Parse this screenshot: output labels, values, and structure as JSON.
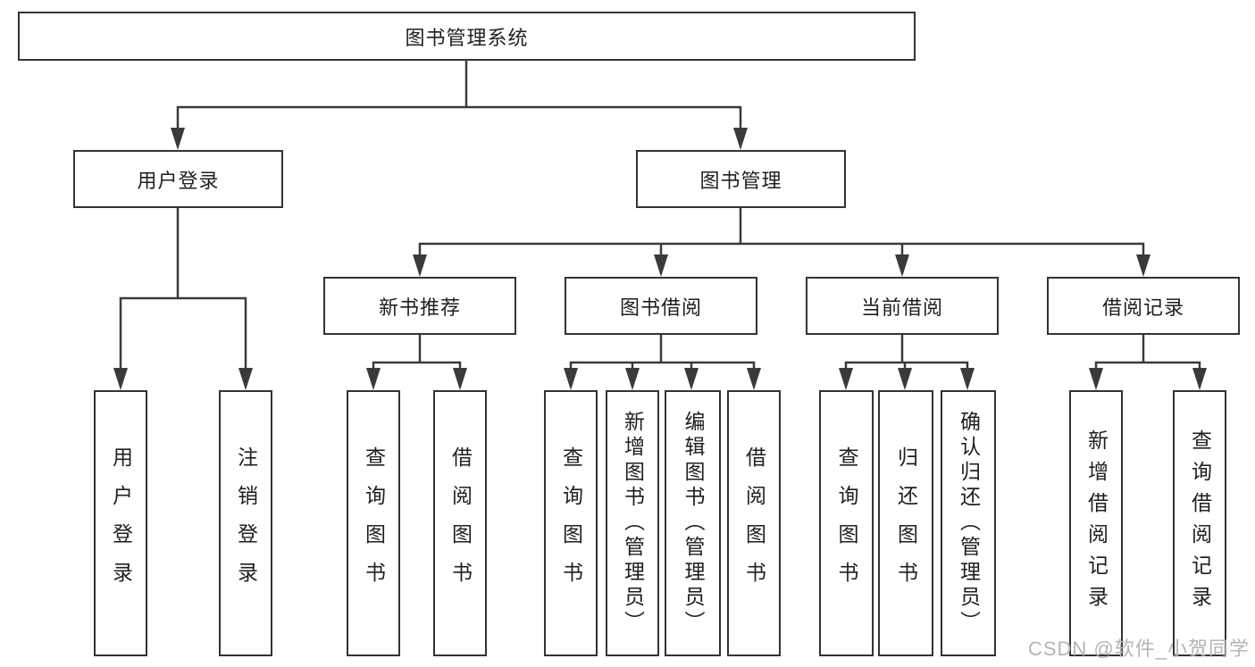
{
  "diagram": {
    "root": {
      "label": "图书管理系统"
    },
    "level2": {
      "user_login": {
        "label": "用户登录"
      },
      "book_mgmt": {
        "label": "图书管理"
      }
    },
    "level3": {
      "new_books": {
        "label": "新书推荐"
      },
      "book_borrow": {
        "label": "图书借阅"
      },
      "current_borrow": {
        "label": "当前借阅"
      },
      "borrow_records": {
        "label": "借阅记录"
      }
    },
    "leaves": {
      "user_login": {
        "label": "用户登录"
      },
      "logout": {
        "label": "注销登录"
      },
      "nb_query": {
        "label": "查询图书"
      },
      "nb_borrow": {
        "label": "借阅图书"
      },
      "bb_query": {
        "label": "查询图书"
      },
      "bb_add": {
        "label": "新增图书（管理员）"
      },
      "bb_edit": {
        "label": "编辑图书（管理员）"
      },
      "bb_borrow": {
        "label": "借阅图书"
      },
      "cb_query": {
        "label": "查询图书"
      },
      "cb_return": {
        "label": "归还图书"
      },
      "cb_confirm": {
        "label": "确认归还（管理员）"
      },
      "br_add": {
        "label": "新增借阅记录"
      },
      "br_query": {
        "label": "查询借阅记录"
      }
    },
    "watermark": "CSDN @软件_小贺同学",
    "colors": {
      "line": "#3a3a3a",
      "border": "#333333",
      "text": "#1f1f1f",
      "watermark": "#b5b3b3",
      "background": "#ffffff"
    }
  }
}
